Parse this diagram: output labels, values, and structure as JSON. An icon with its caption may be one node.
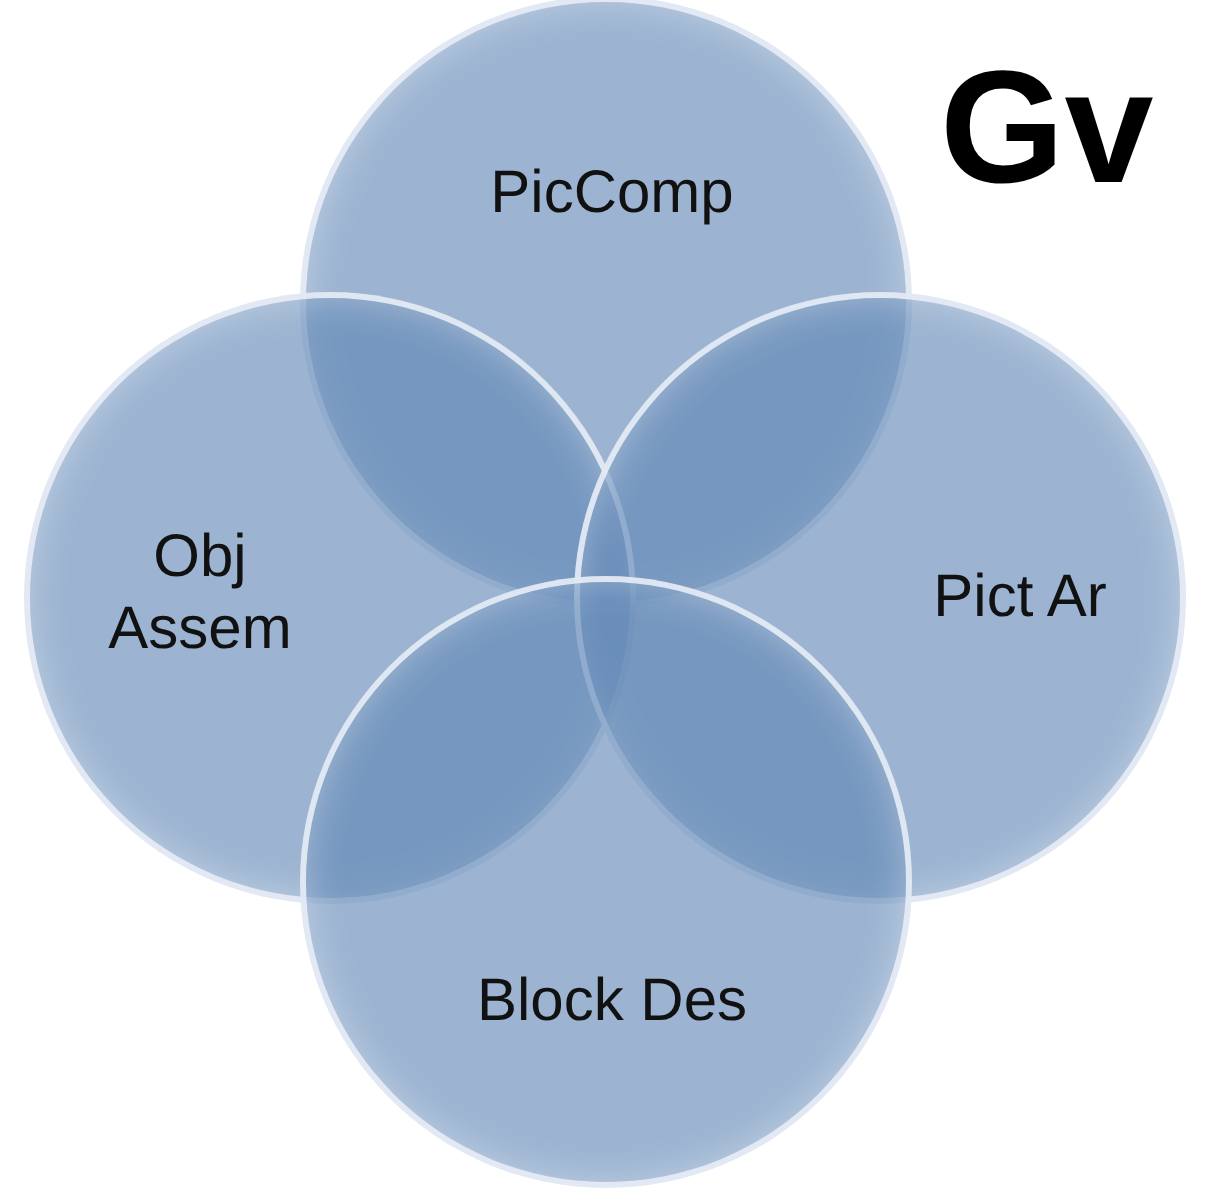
{
  "diagram": {
    "title": "Gv",
    "nodes": [
      {
        "text": [
          "PicComp"
        ]
      },
      {
        "text": [
          "Obj Assem"
        ]
      },
      {
        "text": [
          "Pict Ar"
        ]
      },
      {
        "text": [
          "Block Des"
        ]
      }
    ]
  }
}
